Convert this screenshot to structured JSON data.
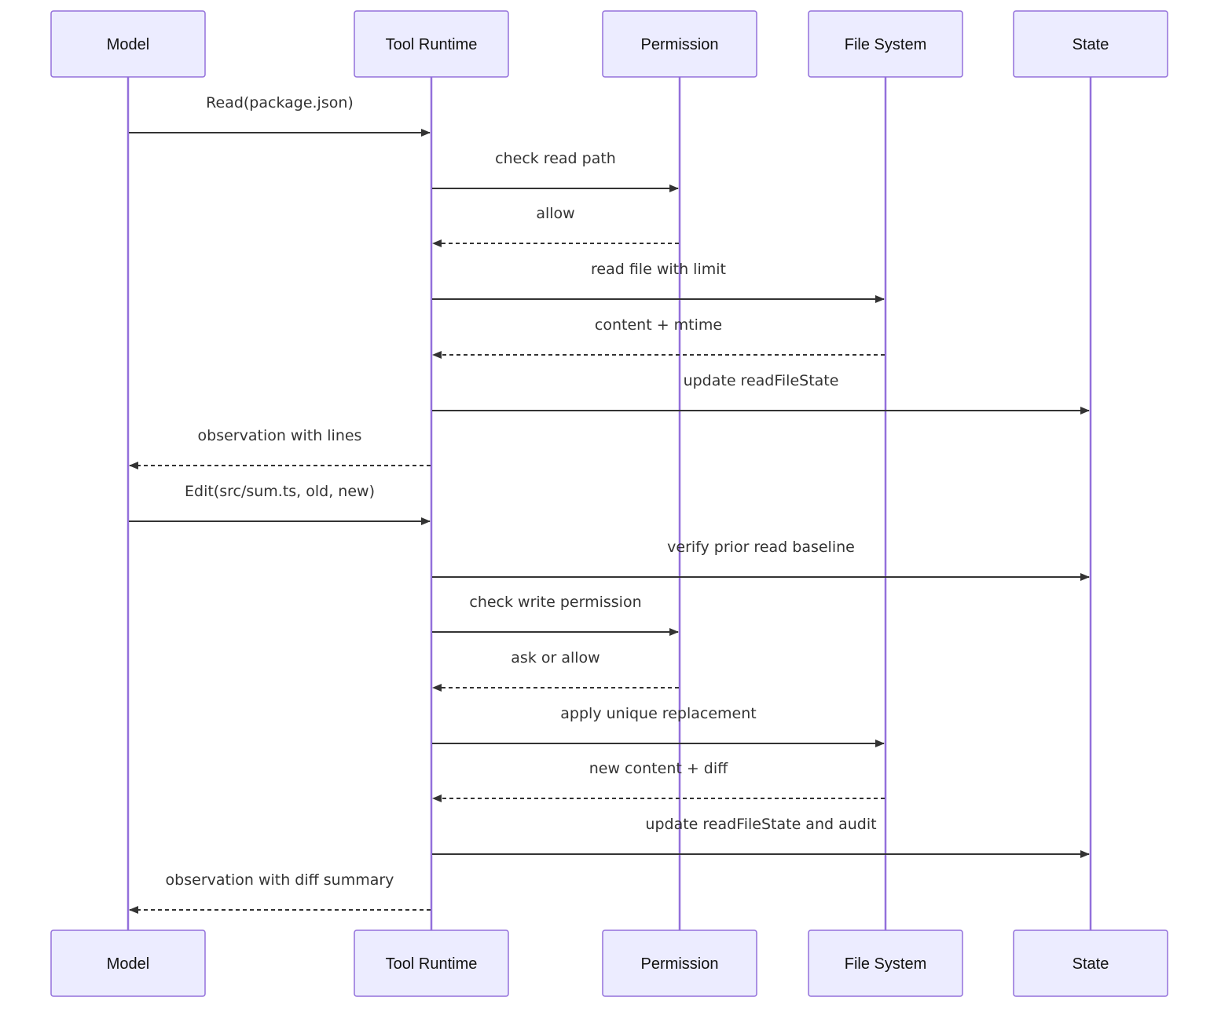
{
  "participants": [
    {
      "id": "model",
      "label": "Model"
    },
    {
      "id": "tool_runtime",
      "label": "Tool Runtime"
    },
    {
      "id": "permission",
      "label": "Permission"
    },
    {
      "id": "file_system",
      "label": "File System"
    },
    {
      "id": "state",
      "label": "State"
    }
  ],
  "messages": [
    {
      "from": "model",
      "to": "tool_runtime",
      "label": "Read(package.json)",
      "style": "solid"
    },
    {
      "from": "tool_runtime",
      "to": "permission",
      "label": "check read path",
      "style": "solid"
    },
    {
      "from": "permission",
      "to": "tool_runtime",
      "label": "allow",
      "style": "dashed"
    },
    {
      "from": "tool_runtime",
      "to": "file_system",
      "label": "read file with limit",
      "style": "solid"
    },
    {
      "from": "file_system",
      "to": "tool_runtime",
      "label": "content + mtime",
      "style": "dashed"
    },
    {
      "from": "tool_runtime",
      "to": "state",
      "label": "update readFileState",
      "style": "solid"
    },
    {
      "from": "tool_runtime",
      "to": "model",
      "label": "observation with lines",
      "style": "dashed"
    },
    {
      "from": "model",
      "to": "tool_runtime",
      "label": "Edit(src/sum.ts, old, new)",
      "style": "solid"
    },
    {
      "from": "tool_runtime",
      "to": "state",
      "label": "verify prior read baseline",
      "style": "solid"
    },
    {
      "from": "tool_runtime",
      "to": "permission",
      "label": "check write permission",
      "style": "solid"
    },
    {
      "from": "permission",
      "to": "tool_runtime",
      "label": "ask or allow",
      "style": "dashed"
    },
    {
      "from": "tool_runtime",
      "to": "file_system",
      "label": "apply unique replacement",
      "style": "solid"
    },
    {
      "from": "file_system",
      "to": "tool_runtime",
      "label": "new content + diff",
      "style": "dashed"
    },
    {
      "from": "tool_runtime",
      "to": "state",
      "label": "update readFileState and audit",
      "style": "solid"
    },
    {
      "from": "tool_runtime",
      "to": "model",
      "label": "observation with diff summary",
      "style": "dashed"
    }
  ],
  "colors": {
    "box_fill": "#ececff",
    "box_stroke": "#9370db",
    "lifeline": "#9370db",
    "arrow": "#333333"
  }
}
